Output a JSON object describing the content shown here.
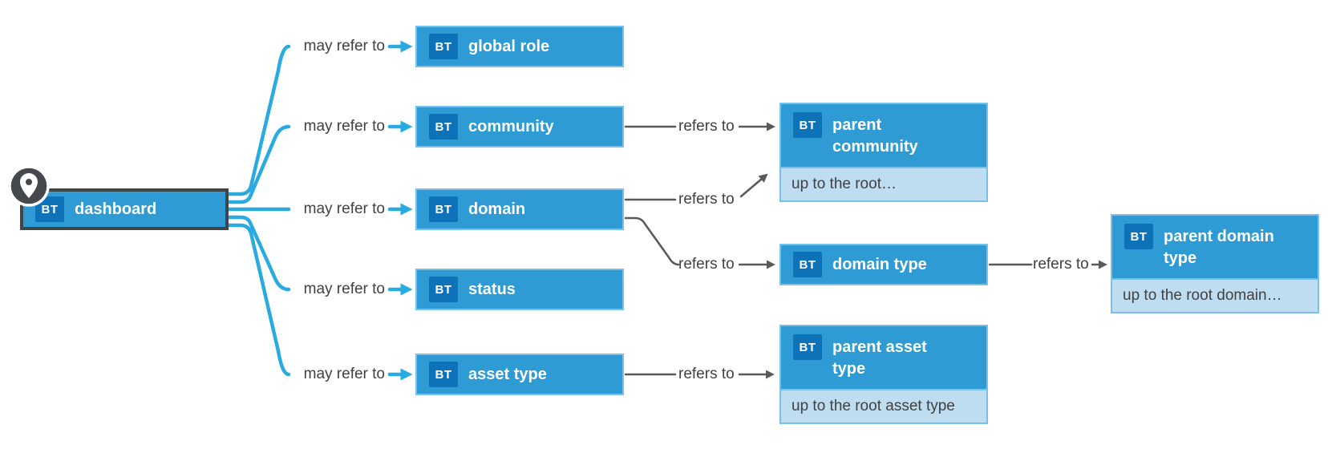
{
  "diagram": {
    "badge_label": "BT",
    "nodes": [
      {
        "id": "dashboard",
        "label": "dashboard"
      },
      {
        "id": "global-role",
        "label": "global role"
      },
      {
        "id": "community",
        "label": "community"
      },
      {
        "id": "domain",
        "label": "domain"
      },
      {
        "id": "status",
        "label": "status"
      },
      {
        "id": "asset-type",
        "label": "asset type"
      },
      {
        "id": "parent-community",
        "label": "parent community",
        "sublabel": "up to the root…"
      },
      {
        "id": "domain-type",
        "label": "domain type"
      },
      {
        "id": "parent-domain-type",
        "label": "parent domain type",
        "sublabel": "up to the root domain…"
      },
      {
        "id": "parent-asset-type",
        "label": "parent asset type",
        "sublabel": "up to the root asset type"
      }
    ],
    "edges": [
      {
        "from": "dashboard",
        "to": "global-role",
        "label": "may refer to"
      },
      {
        "from": "dashboard",
        "to": "community",
        "label": "may refer to"
      },
      {
        "from": "dashboard",
        "to": "domain",
        "label": "may refer to"
      },
      {
        "from": "dashboard",
        "to": "status",
        "label": "may refer to"
      },
      {
        "from": "dashboard",
        "to": "asset-type",
        "label": "may refer to"
      },
      {
        "from": "community",
        "to": "parent-community",
        "label": "refers to"
      },
      {
        "from": "domain",
        "to": "parent-community",
        "label": "refers to"
      },
      {
        "from": "domain",
        "to": "domain-type",
        "label": "refers to"
      },
      {
        "from": "domain-type",
        "to": "parent-domain-type",
        "label": "refers to"
      },
      {
        "from": "asset-type",
        "to": "parent-asset-type",
        "label": "refers to"
      }
    ],
    "icons": {
      "pin": "location-pin"
    },
    "colors": {
      "node_blue": "#2E9BD5",
      "badge_blue": "#0E72B9",
      "node_border": "#79C1EA",
      "footer_blue": "#BFDDF1",
      "edge_cyan": "#29ABE2",
      "edge_gray": "#58595B",
      "label_gray": "#414042",
      "dashboard_border": "#404549"
    }
  }
}
